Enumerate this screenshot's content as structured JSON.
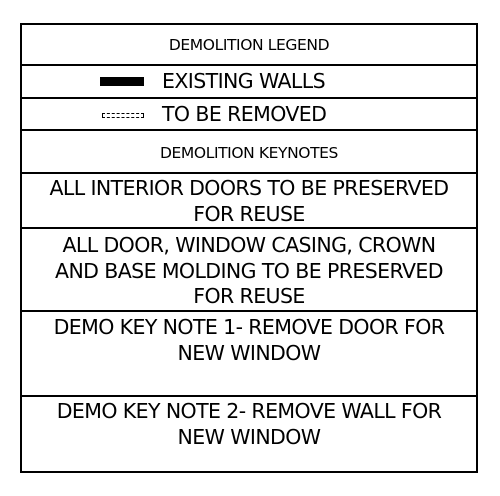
{
  "legend": {
    "title": "DEMOLITION LEGEND",
    "items": [
      {
        "label": "EXISTING WALLS",
        "style": "solid"
      },
      {
        "label": "TO BE REMOVED",
        "style": "dashed"
      }
    ]
  },
  "keynotes": {
    "title": "DEMOLITION KEYNOTES",
    "notes": [
      {
        "lines": [
          "ALL INTERIOR DOORS TO BE PRESERVED",
          "FOR REUSE"
        ]
      },
      {
        "lines": [
          "ALL DOOR, WINDOW CASING, CROWN",
          "AND BASE MOLDING TO BE PRESERVED",
          "FOR REUSE"
        ]
      },
      {
        "lines": [
          "DEMO KEY NOTE 1- REMOVE DOOR FOR",
          "NEW WINDOW"
        ]
      },
      {
        "lines": [
          "DEMO KEY NOTE 2- REMOVE WALL FOR",
          "NEW WINDOW"
        ]
      }
    ]
  }
}
